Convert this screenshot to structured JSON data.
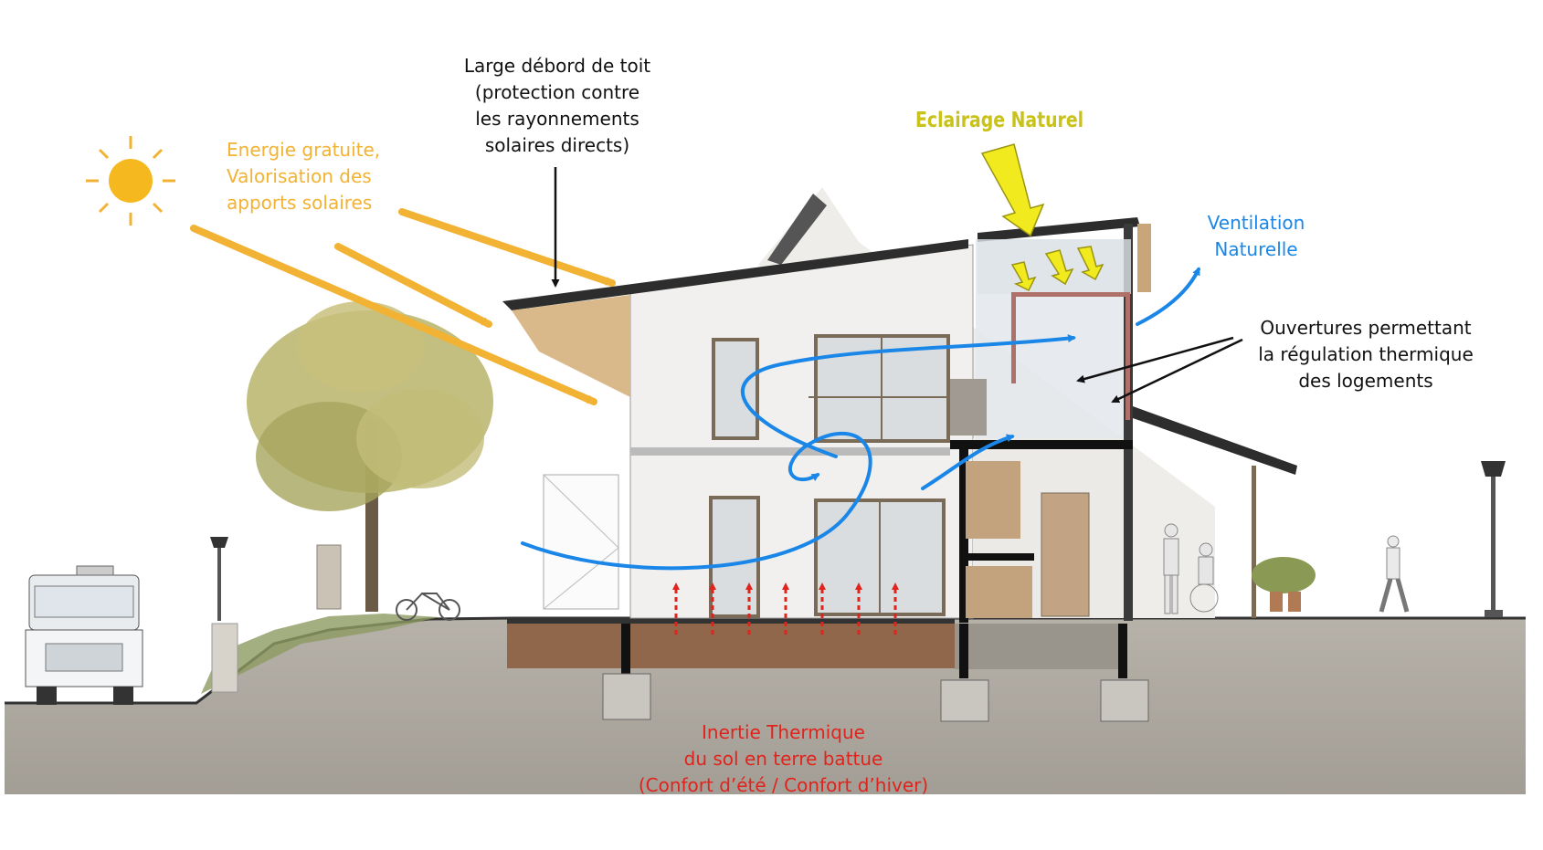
{
  "labels": {
    "roof_overhang": [
      "Large débord de toit",
      "(protection contre",
      "les rayonnements",
      "solaires directs)"
    ],
    "solar_energy": [
      "Energie gratuite,",
      "Valorisation des",
      "apports solaires"
    ],
    "natural_light": "Eclairage Naturel",
    "natural_ventilation": [
      "Ventilation",
      "Naturelle"
    ],
    "openings": [
      "Ouvertures permettant",
      "la régulation thermique",
      "des logements"
    ],
    "thermal_inertia": [
      "Inertie Thermique",
      "du sol en terre battue",
      "(Confort d’été / Confort d’hiver)"
    ]
  },
  "colors": {
    "solar": "#f2b233",
    "ventilation": "#1a87e8",
    "light": "#f0ea1e",
    "inertia": "#e0231c",
    "annotation": "#111111"
  },
  "icons": [
    "sun-icon",
    "truck-icon",
    "tree-icon",
    "street-lamp-icon",
    "bicycle-icon",
    "person-icon",
    "wheelchair-user-icon",
    "walking-person-icon"
  ]
}
